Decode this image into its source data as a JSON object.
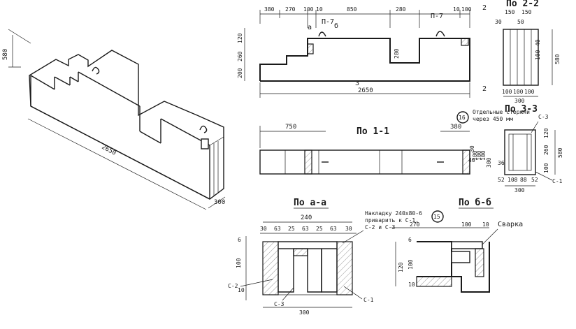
{
  "iso": {
    "dim_height": "580",
    "dim_length": "2650",
    "dim_width": "300"
  },
  "elevation": {
    "top_dims": [
      "380",
      "270",
      "100",
      "10",
      "850",
      "280",
      "10",
      "100"
    ],
    "left_dims": [
      "120",
      "260",
      "200"
    ],
    "dim_280": "280",
    "label_p7_left": "П-7",
    "label_p7_right": "П-7",
    "label_a": "а",
    "label_b": "б",
    "total_label": "2650",
    "section_mark": "3",
    "mark_2_top": "2",
    "mark_2_bottom": "2"
  },
  "section_22": {
    "title": "По 2-2",
    "top_dims": [
      "150",
      "150"
    ],
    "side_dims": [
      "30",
      "50",
      "40",
      "100"
    ],
    "height_dim": "580",
    "bottom_dims": [
      "100",
      "100",
      "100"
    ],
    "width_dim": "300"
  },
  "plan": {
    "title": "По 1-1",
    "dim_750": "750",
    "dim_380": "380",
    "inner_dims": [
      "30",
      "40",
      "100",
      "100",
      "100",
      "300"
    ]
  },
  "section_33": {
    "title": "По 3-3",
    "note_num": "16",
    "note_text_1": "Отдельные стержни",
    "note_text_2": "через 450 мм",
    "c3": "С-3",
    "c1": "С-1",
    "side_dims": [
      "120",
      "260",
      "36",
      "100"
    ],
    "height_dim": "580",
    "bottom_dims": [
      "52",
      "108",
      "88",
      "52"
    ],
    "width_dim": "300"
  },
  "section_aa": {
    "title": "По а-а",
    "dim_240": "240",
    "dims": [
      "30",
      "63",
      "25",
      "63",
      "25",
      "63",
      "30"
    ],
    "note_num": "15",
    "note_1": "Накладку 240х80-6",
    "note_2": "приварить к С-1,",
    "note_3": "С-2 и С-3",
    "left_dims": [
      "6",
      "100",
      "10"
    ],
    "c2": "С-2",
    "c3": "С-3",
    "c1": "С-1",
    "width_dim": "300"
  },
  "section_bb": {
    "title": "По б-б",
    "dims": [
      "270",
      "100",
      "10"
    ],
    "weld": "Сварка",
    "left_dims": [
      "6",
      "100",
      "120",
      "10"
    ]
  }
}
